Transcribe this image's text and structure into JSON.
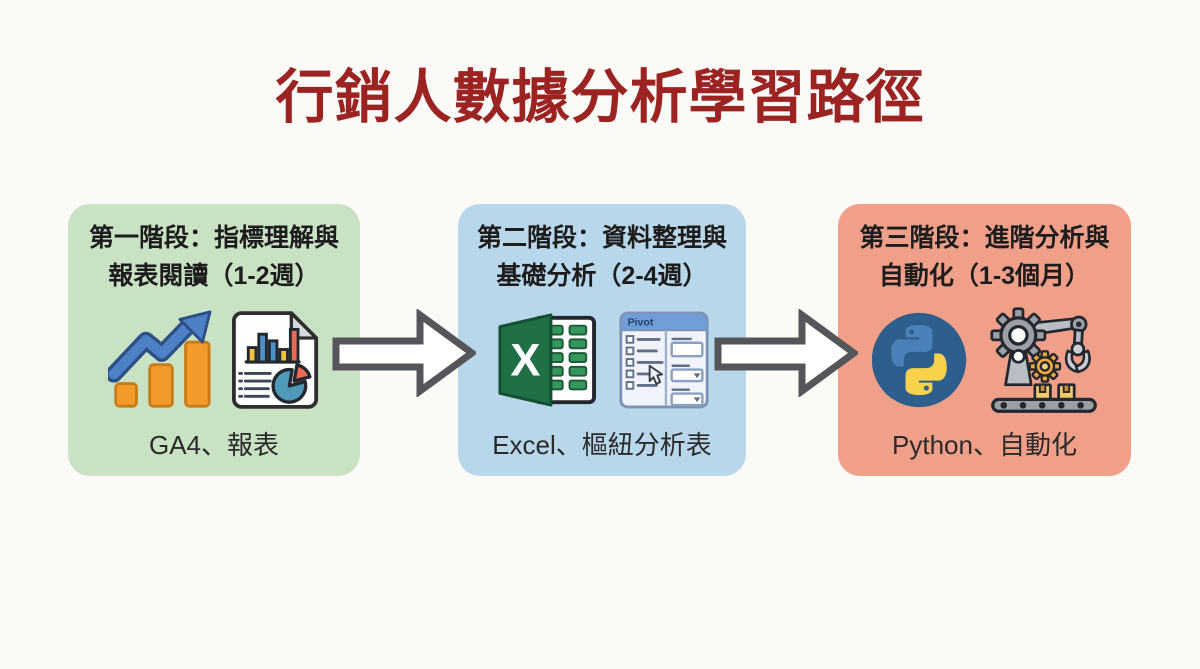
{
  "page": {
    "background": "#fbfaf7"
  },
  "title": {
    "text": "行銷人數據分析學習路徑",
    "color": "#9b2423"
  },
  "stages": [
    {
      "title_line1": "第一階段：指標理解與",
      "title_line2": "報表閱讀（1-2週）",
      "tools": "GA4、報表",
      "bg": "#c9e2c3",
      "icons": [
        "growth-chart-icon",
        "report-icon"
      ]
    },
    {
      "title_line1": "第二階段：資料整理與",
      "title_line2": "基礎分析（2-4週）",
      "tools": "Excel、樞紐分析表",
      "bg": "#b9d7ea",
      "icons": [
        "excel-icon",
        "pivot-table-icon"
      ]
    },
    {
      "title_line1": "第三階段：進階分析與",
      "title_line2": "自動化（1-3個月）",
      "tools": "Python、自動化",
      "bg": "#f0a089",
      "icons": [
        "python-icon",
        "robot-arm-icon"
      ]
    }
  ],
  "icon_labels": {
    "excel_letter": "X",
    "pivot_panel_title": "Pivot"
  },
  "colors": {
    "arrow_fill": "#ffffff",
    "arrow_stroke": "#55565a",
    "title_red": "#9b2423",
    "stage1_green": "#c9e2c3",
    "stage2_blue": "#b9d7ea",
    "stage3_salmon": "#f0a089"
  }
}
